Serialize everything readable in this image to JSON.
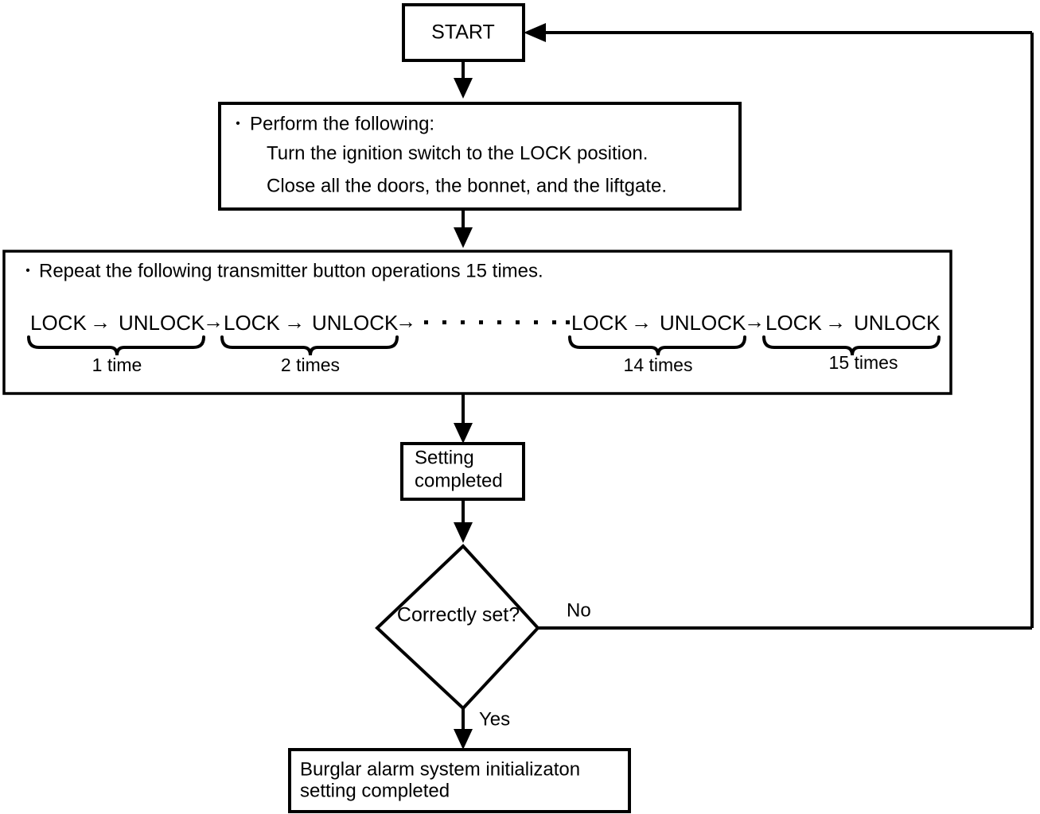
{
  "diagram": {
    "title": "Burglar alarm system initialization flowchart",
    "colors": {
      "stroke": "#000000",
      "fill": "#ffffff"
    },
    "nodes": {
      "start": {
        "label": "START"
      },
      "perform": {
        "bullet": "・",
        "line1": "Perform the following:",
        "line2": "Turn the ignition switch to the LOCK position.",
        "line3": "Close all the doors, the bonnet, and the liftgate."
      },
      "repeat": {
        "bullet": "・",
        "heading": "Repeat the following transmitter button operations 15 times.",
        "sequence": {
          "groups": [
            {
              "first": "LOCK",
              "arrow": "→",
              "second": "UNLOCK",
              "count_label": "1 time"
            },
            {
              "first": "LOCK",
              "arrow": "→",
              "second": "UNLOCK",
              "count_label": "2 times"
            },
            {
              "first": "LOCK",
              "arrow": "→",
              "second": "UNLOCK",
              "count_label": "14 times"
            },
            {
              "first": "LOCK",
              "arrow": "→",
              "second": "UNLOCK",
              "count_label": "15 times"
            }
          ],
          "separator_arrow": "→",
          "ellipsis_dots": 9
        }
      },
      "setting_completed": {
        "line1": "Setting",
        "line2": "completed"
      },
      "decision": {
        "label": "Correctly set?"
      },
      "final": {
        "line1": "Burglar alarm system initializaton",
        "line2": "setting completed"
      }
    },
    "edges": {
      "yes_label": "Yes",
      "no_label": "No"
    }
  }
}
